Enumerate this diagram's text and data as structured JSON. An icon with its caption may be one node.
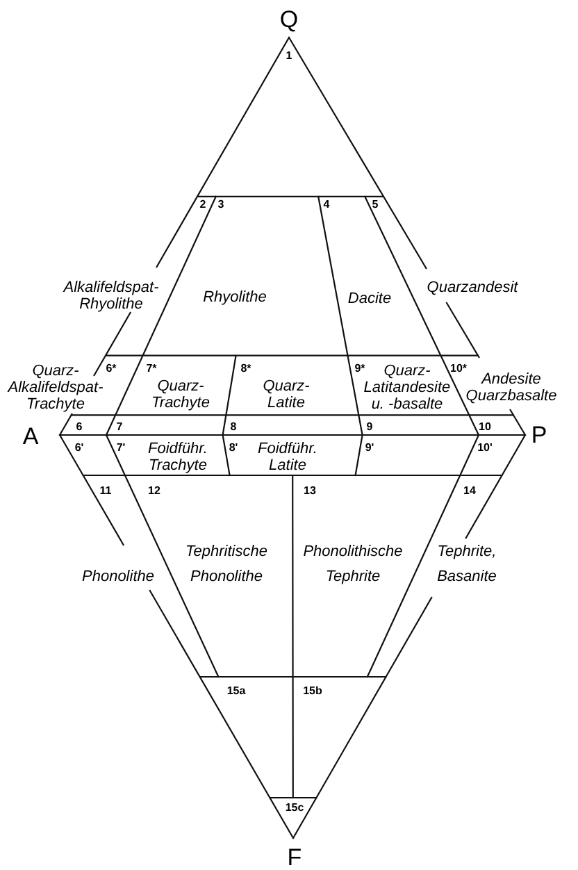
{
  "diagram": {
    "labels": [
      "Q",
      "1",
      "2",
      "3",
      "4",
      "5",
      "Alkalifeldspat-Rhyolithe",
      "Rhyolithe",
      "Dacite",
      "Quarzandesit",
      "6*",
      "7*",
      "8*",
      "9*",
      "10*",
      "Quarz-Alkalifeldspat-Trachyte",
      "Quarz-Trachyte",
      "Quarz-Latite",
      "Quarz-Latitandesite u. -basalte",
      "Andesite Quarzbasalte",
      "A",
      "6",
      "7",
      "8",
      "9",
      "10",
      "P",
      "6'",
      "7'",
      "Foidführ. Trachyte",
      "8'",
      "Foidführ. Latite",
      "9'",
      "10'",
      "11",
      "12",
      "13",
      "14",
      "Phonolithe",
      "Tephritische Phonolithe",
      "Phonolithische Tephrite",
      "Tephrite, Basanite",
      "15a",
      "15b",
      "15c",
      "F"
    ]
  }
}
